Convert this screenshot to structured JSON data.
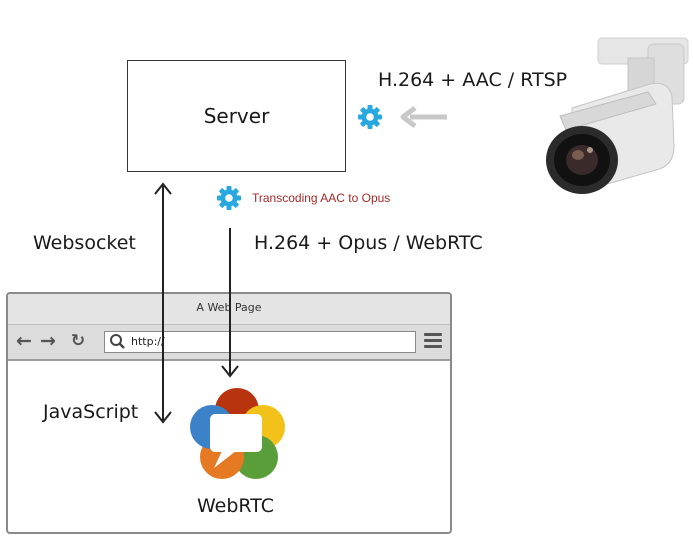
{
  "server": {
    "label": "Server"
  },
  "labels": {
    "rtsp": "H.264 + AAC / RTSP",
    "transcoding": "Transcoding AAC to Opus",
    "websocket": "Websocket",
    "webrtc_stream": "H.264 + Opus / WebRTC",
    "javascript": "JavaScript",
    "webrtc": "WebRTC"
  },
  "browser": {
    "title": "A Web Page",
    "url": "http://"
  },
  "colors": {
    "gear": "#29a8e0",
    "transcoding_text": "#a52a2a",
    "arrow_gray": "#c8c8c8",
    "webrtc_red": "#b8340f",
    "webrtc_yellow": "#f2c21b",
    "webrtc_green": "#5a9e3a",
    "webrtc_orange": "#e67a22",
    "webrtc_blue": "#3b82c9"
  },
  "icons": [
    "gear-icon",
    "camera-icon",
    "webrtc-logo",
    "back-arrow-icon",
    "forward-arrow-icon",
    "refresh-icon",
    "search-icon",
    "menu-icon"
  ]
}
